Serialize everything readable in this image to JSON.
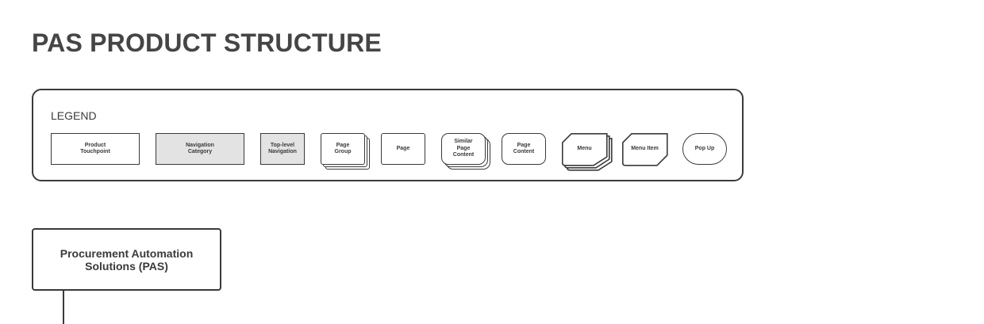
{
  "header": {
    "title": "PAS PRODUCT STRUCTURE"
  },
  "legend": {
    "title": "LEGEND",
    "items": [
      {
        "label": "Product\nTouchpoint",
        "shape": "rectangle"
      },
      {
        "label": "Navigation\nCategory",
        "shape": "rectangle-grey"
      },
      {
        "label": "Top-level\nNavigation",
        "shape": "rectangle-grey"
      },
      {
        "label": "Page\nGroup",
        "shape": "stacked-rectangle"
      },
      {
        "label": "Page",
        "shape": "rectangle"
      },
      {
        "label": "Similar\nPage\nContent",
        "shape": "stacked-rounded"
      },
      {
        "label": "Page\nContent",
        "shape": "rounded"
      },
      {
        "label": "Menu",
        "shape": "stacked-cut-corner"
      },
      {
        "label": "Menu Item",
        "shape": "cut-corner"
      },
      {
        "label": "Pop Up",
        "shape": "pill"
      }
    ]
  },
  "tree": {
    "root": {
      "label": "Procurement Automation\nSolutions (PAS)"
    }
  },
  "colors": {
    "stroke": "#3a3a3a",
    "fill_grey": "#e3e3e3",
    "text": "#454545"
  }
}
